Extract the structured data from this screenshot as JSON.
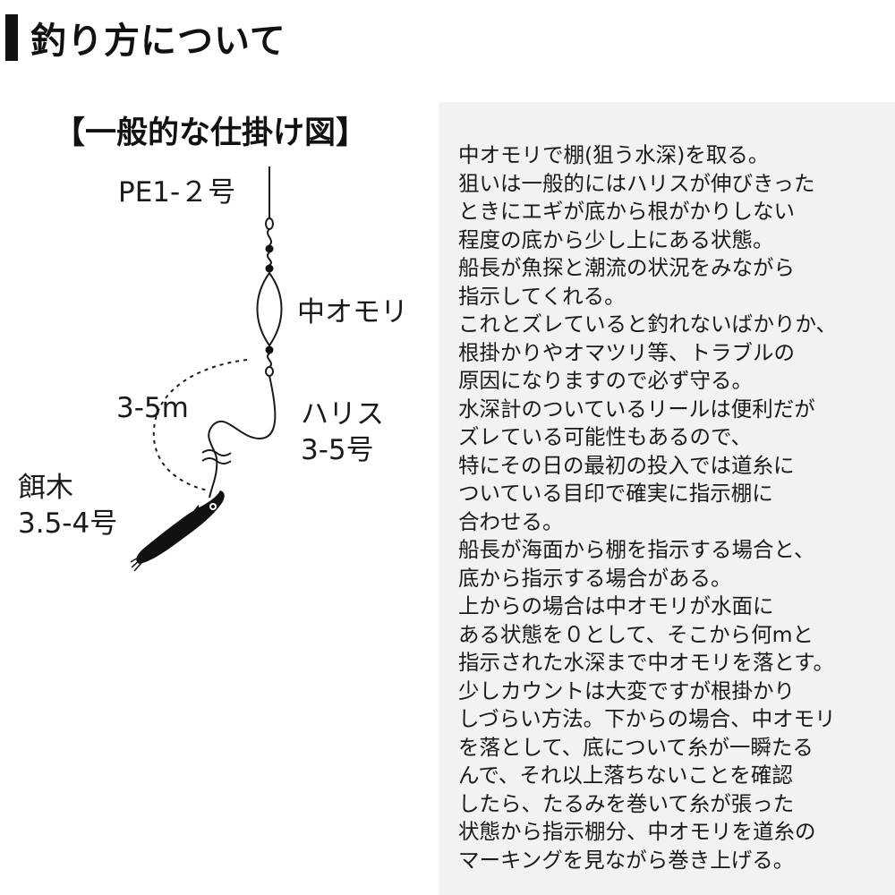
{
  "header": {
    "title": "釣り方について"
  },
  "diagram": {
    "title": "【一般的な仕掛け図】",
    "labels": {
      "main_line": "PE1-２号",
      "sinker": "中オモリ",
      "distance": "3-5m",
      "leader_name": "ハリス",
      "leader_size": "3-5号",
      "egi_name": "餌木",
      "egi_size": "3.5-4号"
    },
    "colors": {
      "line": "#1a1a1a",
      "egi": "#111111"
    }
  },
  "panel": {
    "background": "#f2f2f2",
    "lines": [
      "中オモリで棚(狙う水深)を取る。",
      "狙いは一般的にはハリスが伸びきった",
      "ときにエギが底から根がかりしない",
      "程度の底から少し上にある状態。",
      "船長が魚探と潮流の状況をみながら",
      "指示してくれる。",
      "これとズレていると釣れないばかりか、",
      "根掛かりやオマツリ等、トラブルの",
      "原因になりますので必ず守る。",
      "水深計のついているリールは便利だが",
      "ズレている可能性もあるので、",
      "特にその日の最初の投入では道糸に",
      "ついている目印で確実に指示棚に",
      "合わせる。",
      "船長が海面から棚を指示する場合と、",
      "底から指示する場合がある。",
      "上からの場合は中オモリが水面に",
      "ある状態を０として、そこから何mと",
      "指示された水深まで中オモリを落とす。",
      "少しカウントは大変ですが根掛かり",
      "しづらい方法。下からの場合、中オモリ",
      "を落として、底について糸が一瞬たる",
      "んで、それ以上落ちないことを確認",
      "したら、たるみを巻いて糸が張った",
      "状態から指示棚分、中オモリを道糸の",
      "マーキングを見ながら巻き上げる。"
    ]
  }
}
